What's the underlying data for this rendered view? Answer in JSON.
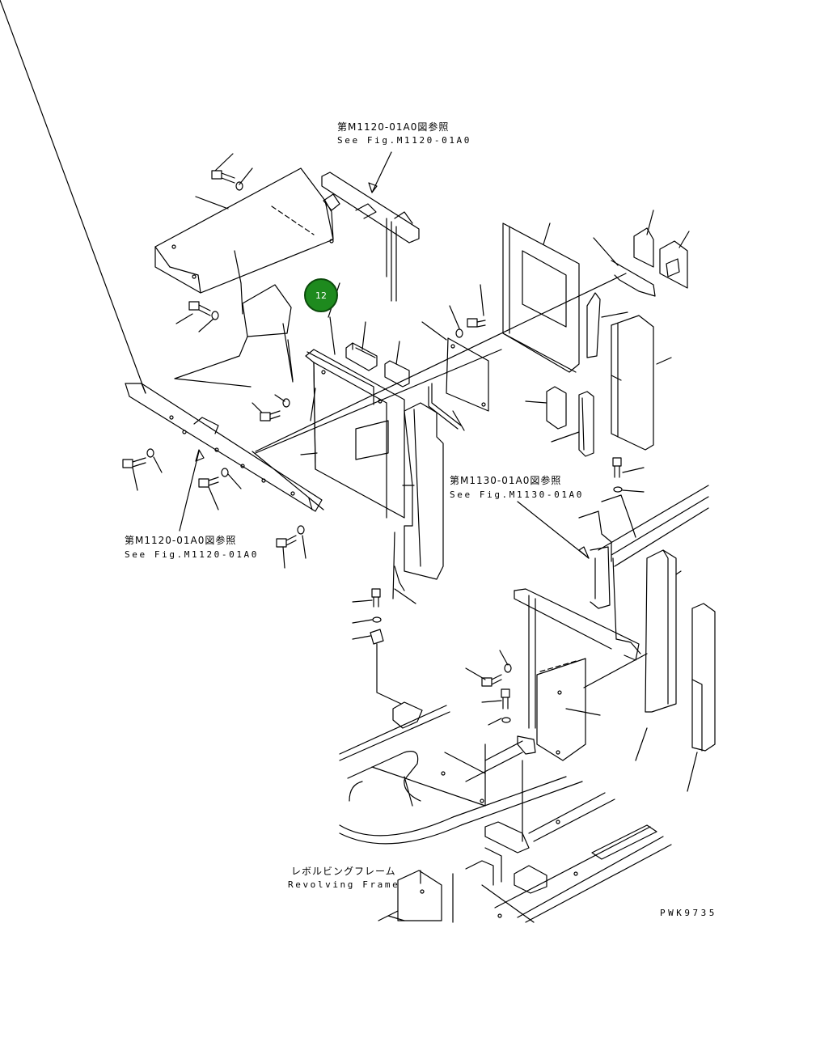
{
  "references": {
    "top_jp": "第M1120-01A0図参照",
    "top_en": "See Fig.M1120-01A0",
    "left_jp": "第M1120-01A0図参照",
    "left_en": "See Fig.M1120-01A0",
    "right_jp": "第M1130-01A0図参照",
    "right_en": "See Fig.M1130-01A0",
    "frame_jp": "レボルビングフレーム",
    "frame_en": "Revolving Frame"
  },
  "callout": {
    "number": "12",
    "color": "#1e8a1e"
  },
  "drawing_code": "PWK9735",
  "colors": {
    "line": "#000000",
    "background": "#ffffff",
    "callout": "#1e8a1e"
  }
}
